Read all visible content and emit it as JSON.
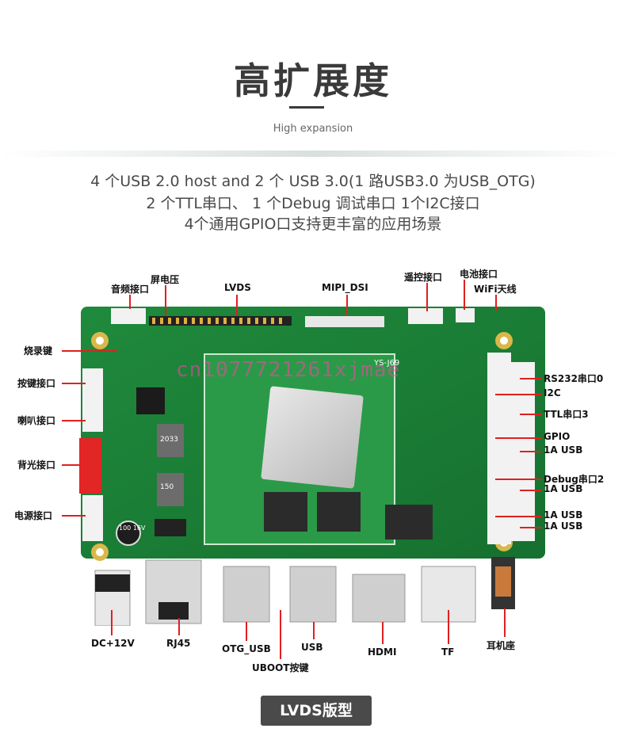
{
  "header": {
    "title": "高扩展度",
    "subtitle": "High expansion"
  },
  "specs": [
    "4 个USB 2.0 host and 2 个 USB 3.0(1 路USB3.0 为USB_OTG)",
    "2 个TTL串口、 1 个Debug 调试串口 1个I2C接口",
    "4个通用GPIO口支持更丰富的应用场景"
  ],
  "labels": {
    "audio": "音频接口",
    "screen_voltage": "屏电压",
    "lvds": "LVDS",
    "mipi": "MIPI_DSI",
    "remote": "遥控接口",
    "battery": "电池接口",
    "wifi": "WiFi天线",
    "burn_key": "烧录键",
    "key_port": "按键接口",
    "speaker": "喇叭接口",
    "backlight": "背光接口",
    "power": "电源接口",
    "rs232": "RS232串口0",
    "i2c": "I2C",
    "ttl": "TTL串口3",
    "gpio": "GPIO",
    "usb1": "1A USB",
    "debug": "Debug串口2",
    "usb2": "1A USB",
    "usb3": "1A USB",
    "usb4": "1A USB",
    "dc": "DC+12V",
    "rj45": "RJ45",
    "otg": "OTG_USB",
    "usb": "USB",
    "uboot": "UBOOT按键",
    "hdmi": "HDMI",
    "tf": "TF",
    "earphone": "耳机座"
  },
  "board_marks": {
    "cap_text": "100\n16V",
    "chip_a": "2033",
    "chip_b": "150",
    "board_id": "YS-J69"
  },
  "watermark": "cn1077721261xjmae",
  "footer": {
    "badge": "LVDS版型"
  }
}
